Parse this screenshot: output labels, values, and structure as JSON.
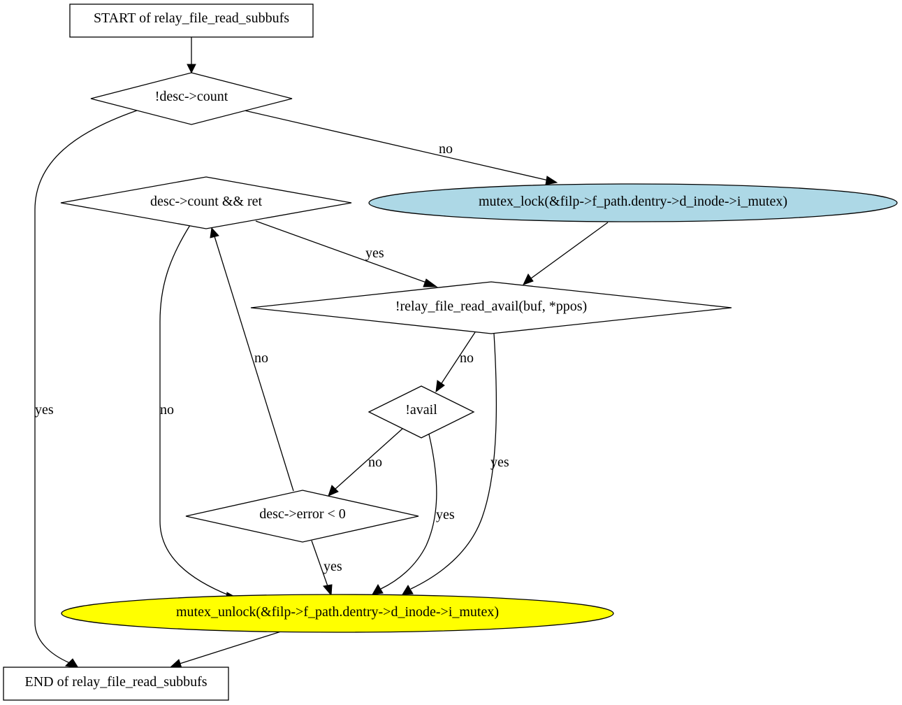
{
  "nodes": {
    "start": "START of relay_file_read_subbufs",
    "cond_desc_count": "!desc->count",
    "cond_count_ret": "desc->count && ret",
    "mutex_lock": "mutex_lock(&filp->f_path.dentry->d_inode->i_mutex)",
    "cond_relay_avail": "!relay_file_read_avail(buf, *ppos)",
    "cond_avail": "!avail",
    "cond_error": "desc->error < 0",
    "mutex_unlock": "mutex_unlock(&filp->f_path.dentry->d_inode->i_mutex)",
    "end": "END of relay_file_read_subbufs"
  },
  "edges": {
    "count_no": "no",
    "count_yes": "yes",
    "count_ret_yes": "yes",
    "count_ret_no": "no",
    "relay_no": "no",
    "relay_yes": "yes",
    "avail_no": "no",
    "avail_yes": "yes",
    "error_no": "no",
    "error_yes": "yes"
  },
  "colors": {
    "mutex_lock_fill": "#add8e6",
    "mutex_unlock_fill": "#ffff00",
    "default_fill": "#ffffff"
  }
}
